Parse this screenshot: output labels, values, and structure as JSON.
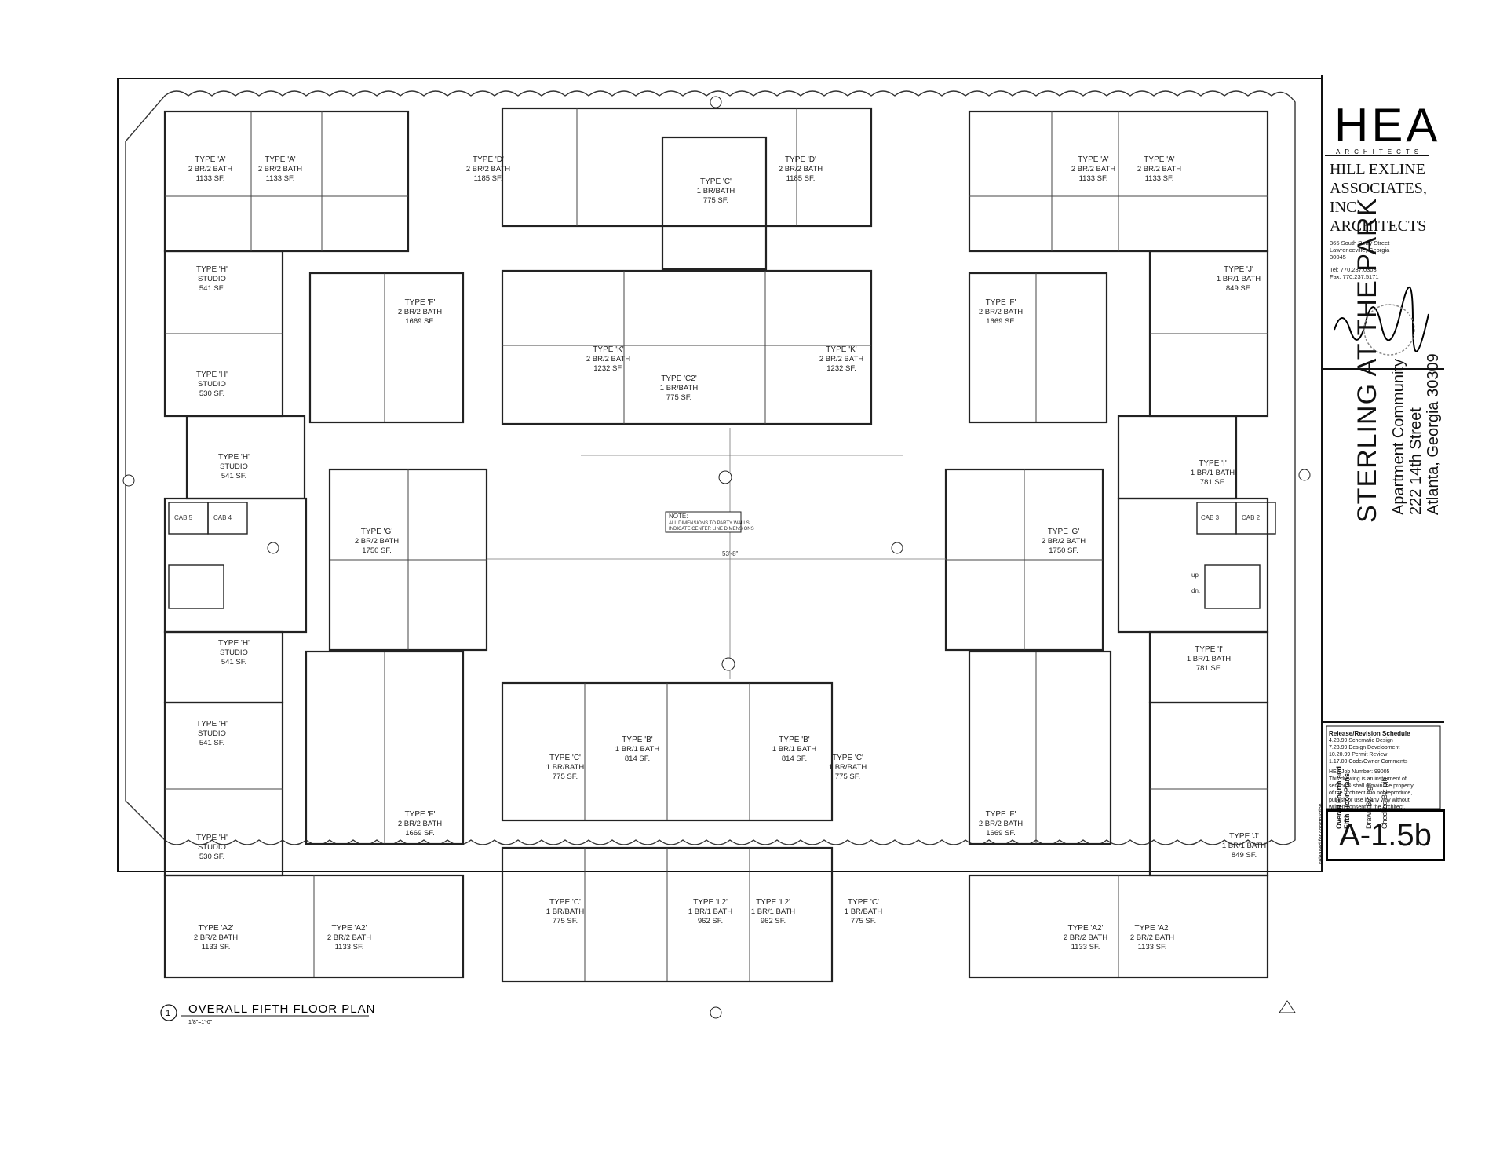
{
  "firm": {
    "logo": "HEA",
    "logo_sub": "ARCHITECTS",
    "name_lines": [
      "HILL EXLINE",
      "ASSOCIATES,",
      "INC.",
      "ARCHITECTS"
    ],
    "address_lines": [
      "365 South Perry Street",
      "Lawrenceville, Georgia",
      "30045"
    ],
    "tel": "Tel: 770.237.0303",
    "fax": "Fax: 770.237.5171"
  },
  "project": {
    "title": "STERLING AT THE PARK",
    "subtitle_lines": [
      "Apartment Community",
      "222 14th Street",
      "Atlanta, Georgia 30309"
    ]
  },
  "sheet": {
    "description_lines": [
      "Overall Fourth and",
      "Fifth Floor Plans"
    ],
    "drawn_by_label": "Drawn By:",
    "drawn_by": "hgh",
    "checked_by_label": "Checked By:",
    "checked_by": "pjh",
    "number": "A-1.5b",
    "released": "released for construction"
  },
  "schedule": {
    "header": "Release/Revision Schedule",
    "rows": [
      {
        "date": "4.28.99",
        "desc": "Schematic Design"
      },
      {
        "date": "7.23.99",
        "desc": "Design Development"
      },
      {
        "date": "10.20.99",
        "desc": "Permit Review"
      },
      {
        "date": "1.17.00",
        "desc": "Code/Owner Comments"
      }
    ],
    "job_label": "HEA Job Number:",
    "job_number": "99005",
    "notice": [
      "This drawing is an instrument of",
      "service & shall remain the property",
      "of the Architect. Do not reproduce,",
      "publish or use in any way without",
      "written consent of the Architect."
    ]
  },
  "plan": {
    "title": "OVERALL FIFTH FLOOR PLAN",
    "number": "1",
    "scale": "1/8\"=1'-0\"",
    "note": [
      "NOTE:",
      "ALL DIMENSIONS TO PARTY WALLS",
      "INDICATE CENTER LINE DIMENSIONS"
    ],
    "units": [
      {
        "type": "TYPE 'A'",
        "bed": "2 BR/2 BATH",
        "area": "1133 SF."
      },
      {
        "type": "TYPE 'A'",
        "bed": "2 BR/2 BATH",
        "area": "1133 SF."
      },
      {
        "type": "TYPE 'D'",
        "bed": "2 BR/2 BATH",
        "area": "1185 SF."
      },
      {
        "type": "TYPE 'C'",
        "bed": "1 BR/BATH",
        "area": "775 SF."
      },
      {
        "type": "TYPE 'D'",
        "bed": "2 BR/2 BATH",
        "area": "1185 SF."
      },
      {
        "type": "TYPE 'A'",
        "bed": "2 BR/2 BATH",
        "area": "1133 SF."
      },
      {
        "type": "TYPE 'A'",
        "bed": "2 BR/2 BATH",
        "area": "1133 SF."
      },
      {
        "type": "TYPE 'H'",
        "bed": "STUDIO",
        "area": "541 SF."
      },
      {
        "type": "TYPE 'F'",
        "bed": "2 BR/2 BATH",
        "area": "1669 SF."
      },
      {
        "type": "TYPE 'F'",
        "bed": "2 BR/2 BATH",
        "area": "1669 SF."
      },
      {
        "type": "TYPE 'J'",
        "bed": "1 BR/1 BATH",
        "area": "849 SF."
      },
      {
        "type": "TYPE 'H'",
        "bed": "STUDIO",
        "area": "530 SF."
      },
      {
        "type": "TYPE 'K'",
        "bed": "2 BR/2 BATH",
        "area": "1232 SF."
      },
      {
        "type": "TYPE 'C2'",
        "bed": "1 BR/BATH",
        "area": "775 SF."
      },
      {
        "type": "TYPE 'K'",
        "bed": "2 BR/2 BATH",
        "area": "1232 SF."
      },
      {
        "type": "TYPE 'H'",
        "bed": "STUDIO",
        "area": "541 SF."
      },
      {
        "type": "TYPE 'I'",
        "bed": "1 BR/1 BATH",
        "area": "781 SF."
      },
      {
        "type": "TYPE 'G'",
        "bed": "2 BR/2 BATH",
        "area": "1750 SF."
      },
      {
        "type": "TYPE 'G'",
        "bed": "2 BR/2 BATH",
        "area": "1750 SF."
      },
      {
        "type": "TYPE 'H'",
        "bed": "STUDIO",
        "area": "541 SF."
      },
      {
        "type": "TYPE 'I'",
        "bed": "1 BR/1 BATH",
        "area": "781 SF."
      },
      {
        "type": "TYPE 'H'",
        "bed": "STUDIO",
        "area": "541 SF."
      },
      {
        "type": "TYPE 'B'",
        "bed": "1 BR/1 BATH",
        "area": "814 SF."
      },
      {
        "type": "TYPE 'B'",
        "bed": "1 BR/1 BATH",
        "area": "814 SF."
      },
      {
        "type": "TYPE 'C'",
        "bed": "1 BR/BATH",
        "area": "775 SF."
      },
      {
        "type": "TYPE 'C'",
        "bed": "1 BR/BATH",
        "area": "775 SF."
      },
      {
        "type": "TYPE 'F'",
        "bed": "2 BR/2 BATH",
        "area": "1669 SF."
      },
      {
        "type": "TYPE 'F'",
        "bed": "2 BR/2 BATH",
        "area": "1669 SF."
      },
      {
        "type": "TYPE 'H'",
        "bed": "STUDIO",
        "area": "530 SF."
      },
      {
        "type": "TYPE 'J'",
        "bed": "1 BR/1 BATH",
        "area": "849 SF."
      },
      {
        "type": "TYPE 'A2'",
        "bed": "2 BR/2 BATH",
        "area": "1133 SF."
      },
      {
        "type": "TYPE 'A2'",
        "bed": "2 BR/2 BATH",
        "area": "1133 SF."
      },
      {
        "type": "TYPE 'C'",
        "bed": "1 BR/BATH",
        "area": "775 SF."
      },
      {
        "type": "TYPE 'L2'",
        "bed": "1 BR/1 BATH",
        "area": "962 SF."
      },
      {
        "type": "TYPE 'L2'",
        "bed": "1 BR/1 BATH",
        "area": "962 SF."
      },
      {
        "type": "TYPE 'C'",
        "bed": "1 BR/BATH",
        "area": "775 SF."
      },
      {
        "type": "TYPE 'A2'",
        "bed": "2 BR/2 BATH",
        "area": "1133 SF."
      },
      {
        "type": "TYPE 'A2'",
        "bed": "2 BR/2 BATH",
        "area": "1133 SF."
      }
    ],
    "elevators": [
      "CAB 5",
      "CAB 4",
      "CAB 3",
      "CAB 2"
    ],
    "stair_labels": [
      "up",
      "dn."
    ],
    "dimension": "53'-8\""
  }
}
